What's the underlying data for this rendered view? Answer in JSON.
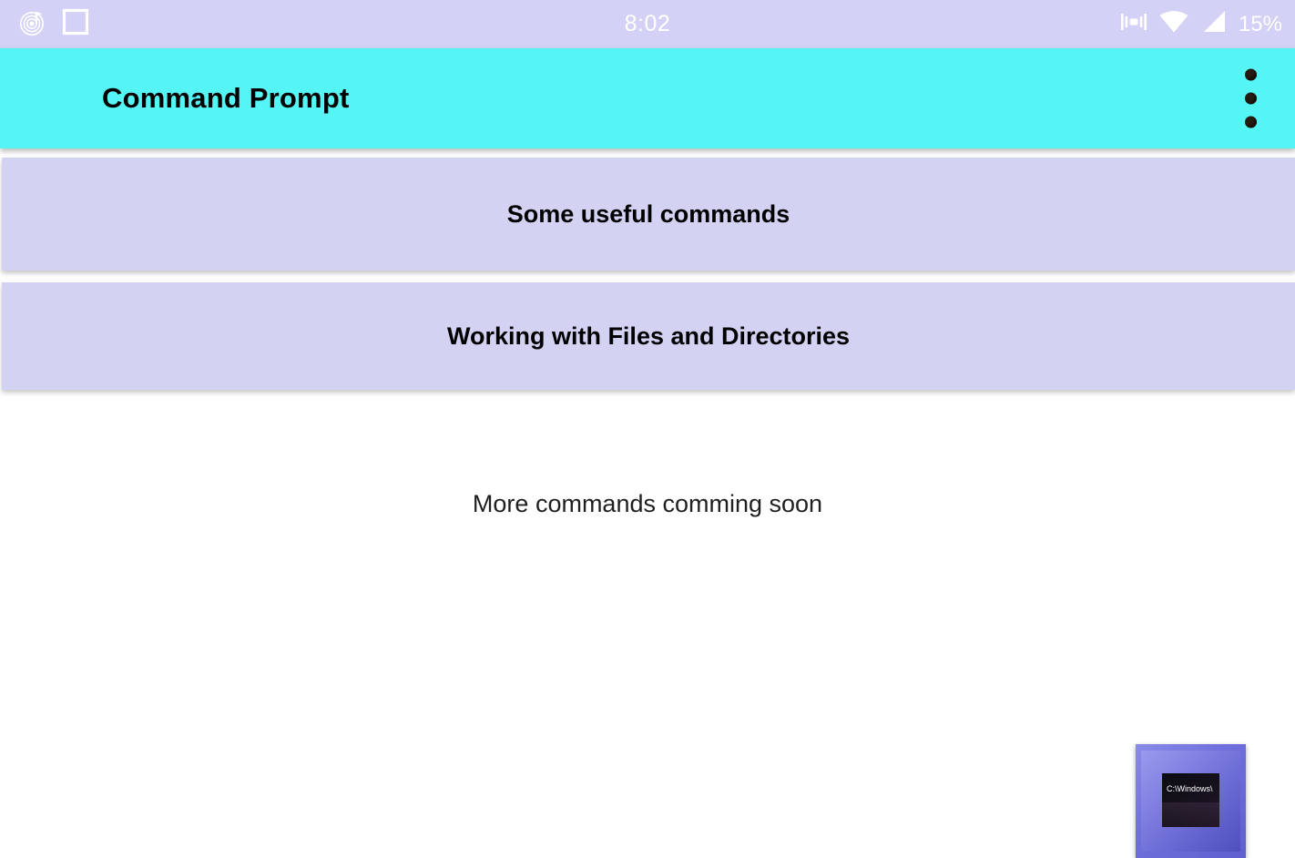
{
  "status_bar": {
    "background": "#d3d1f5",
    "clock": "8:02",
    "battery": "15%",
    "left_icons": [
      "music-note-vinyl-icon",
      "square-outline-icon"
    ],
    "right_icons": [
      "vibrate-icon",
      "wifi-icon",
      "cellular-signal-icon"
    ]
  },
  "app_bar": {
    "title": "Command Prompt",
    "background": "#55f5f5",
    "title_color": "#000000",
    "overflow_menu": "overflow-menu-icon"
  },
  "main": {
    "background": "#ffffff",
    "card_color": "#d4d2f3",
    "cards": [
      {
        "label": "Some useful commands"
      },
      {
        "label": "Working with Files and Directories"
      }
    ],
    "footer_note": "More commands comming soon"
  },
  "cmd_icon": {
    "name": "command-prompt-icon",
    "screen_text": "C:\\Windows\\",
    "frame_color": "#6f6fd8",
    "screen_color": "#17121d"
  }
}
